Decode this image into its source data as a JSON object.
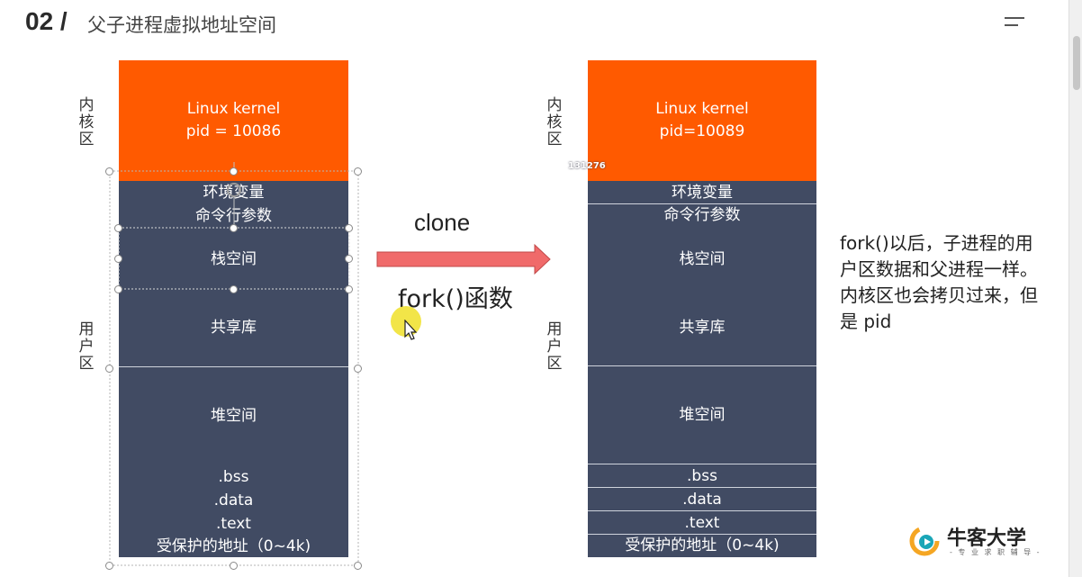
{
  "header": {
    "number": "02 /",
    "title": "父子进程虚拟地址空间"
  },
  "left_diagram": {
    "kernel_label": "内核区",
    "user_label": "用户区",
    "kernel_name": "Linux kernel",
    "kernel_pid": "pid = 10086",
    "env": "环境变量",
    "args": "命令行参数",
    "stack": "栈空间",
    "shared": "共享库",
    "heap": "堆空间",
    "bss": ".bss",
    "data": ".data",
    "text": ".text",
    "protected": "受保护的地址（0~4k)"
  },
  "right_diagram": {
    "kernel_label": "内核区",
    "user_label": "用户区",
    "kernel_name": "Linux kernel",
    "kernel_pid": "pid=10089",
    "overlay_tag": "131276",
    "env": "环境变量",
    "args": "命令行参数",
    "stack": "栈空间",
    "shared": "共享库",
    "heap": "堆空间",
    "bss": ".bss",
    "data": ".data",
    "text": ".text",
    "protected": "受保护的地址（0~4k)"
  },
  "middle": {
    "clone_label": "clone",
    "fork_label": "fork()函数"
  },
  "description": "fork()以后，子进程的用户区数据和父进程一样。内核区也会拷贝过来，但是 pid",
  "brand": {
    "name": "牛客大学",
    "subtitle": "- 专 业 求 职 辅 导 -"
  },
  "colors": {
    "kernel": "#ff5a00",
    "user": "#414b63",
    "arrow": "#f06a6a"
  }
}
